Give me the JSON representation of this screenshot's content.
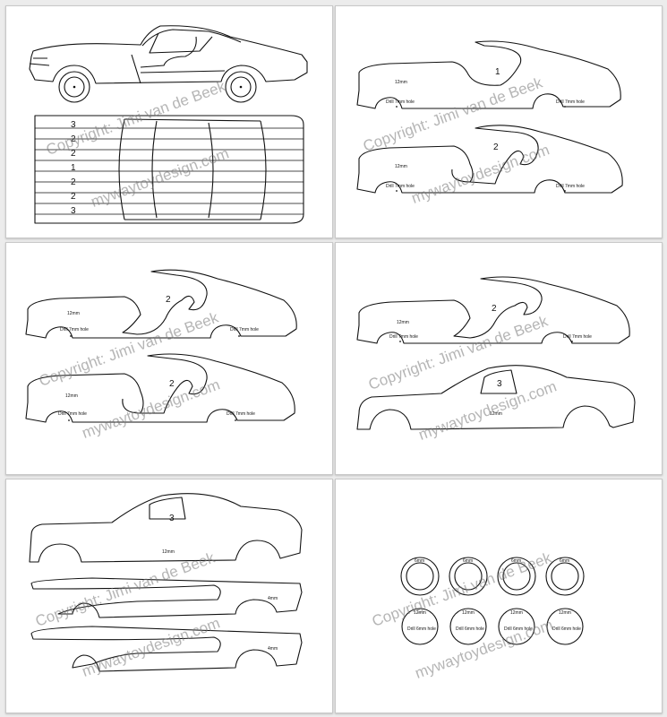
{
  "watermark": {
    "line1": "Copyright: Jimi van de Beek",
    "line2": "mywaytoydesign.com"
  },
  "sheet1": {
    "strip_numbers": [
      "3",
      "2",
      "2",
      "1",
      "2",
      "2",
      "3"
    ]
  },
  "sheet2": {
    "part1": {
      "number": "1",
      "thickness": "12mm",
      "hole_left": "Drill 7mm hole",
      "hole_right": "Drill 7mm hole"
    },
    "part2": {
      "number": "2",
      "thickness": "12mm",
      "hole_left": "Drill 7mm hole",
      "hole_right": "Drill 7mm hole"
    }
  },
  "sheet3": {
    "partA": {
      "number": "2",
      "thickness": "12mm",
      "hole_left": "Drill 7mm hole",
      "hole_right": "Drill 7mm hole"
    },
    "partB": {
      "number": "2",
      "thickness": "12mm",
      "hole_left": "Drill 7mm hole",
      "hole_right": "Drill 7mm hole"
    }
  },
  "sheet4": {
    "partA": {
      "number": "2",
      "thickness": "12mm",
      "hole_left": "Drill 7mm hole",
      "hole_right": "Drill 7mm hole"
    },
    "partB": {
      "number": "3",
      "thickness": "12mm"
    }
  },
  "sheet5": {
    "body": {
      "number": "3",
      "thickness": "12mm"
    },
    "strip1": {
      "thickness": "4mm"
    },
    "strip2": {
      "thickness": "4mm"
    }
  },
  "sheet6": {
    "tyre_label": "6mm",
    "rim_thickness": "12mm",
    "rim_hole": "Drill 6mm hole"
  },
  "colors": {
    "page_background": "#ececec",
    "sheet": "#ffffff",
    "line": "#111111",
    "watermark": "#787878"
  }
}
